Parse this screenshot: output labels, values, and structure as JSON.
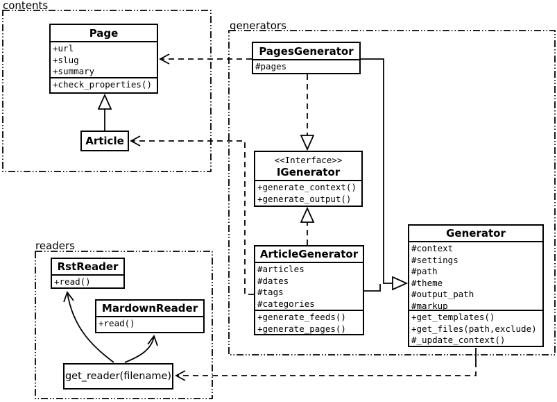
{
  "packages": {
    "contents": "contents",
    "generators": "generators",
    "readers": "readers"
  },
  "classes": {
    "page": {
      "title": "Page",
      "attributes": [
        "+url",
        "+slug",
        "+summary"
      ],
      "methods": [
        "+check_properties()"
      ]
    },
    "article": {
      "title": "Article"
    },
    "pages_generator": {
      "title": "PagesGenerator",
      "attributes": [
        "#pages"
      ]
    },
    "igenerator": {
      "stereotype": "<<Interface>>",
      "title": "IGenerator",
      "methods": [
        "+generate_context()",
        "+generate_output()"
      ]
    },
    "article_generator": {
      "title": "ArticleGenerator",
      "attributes": [
        "#articles",
        "#dates",
        "#tags",
        "#categories"
      ],
      "methods": [
        "+generate_feeds()",
        "+generate_pages()"
      ]
    },
    "generator": {
      "title": "Generator",
      "attributes": [
        "#context",
        "#settings",
        "#path",
        "#theme",
        "#output_path",
        "#markup"
      ],
      "methods": [
        "+get_templates()",
        "+get_files(path,exclude)",
        "#_update_context()"
      ]
    },
    "rst_reader": {
      "title": "RstReader",
      "methods": [
        "+read()"
      ]
    },
    "mardown_reader": {
      "title": "MardownReader",
      "methods": [
        "+read()"
      ]
    },
    "get_reader": {
      "label": "get_reader(filename)"
    }
  },
  "relationships": [
    {
      "from": "Article",
      "to": "Page",
      "type": "generalization"
    },
    {
      "from": "PagesGenerator",
      "to": "IGenerator",
      "type": "realization"
    },
    {
      "from": "ArticleGenerator",
      "to": "IGenerator",
      "type": "realization"
    },
    {
      "from": "PagesGenerator",
      "to": "Generator",
      "type": "generalization"
    },
    {
      "from": "ArticleGenerator",
      "to": "Generator",
      "type": "generalization"
    },
    {
      "from": "PagesGenerator",
      "to": "Page",
      "type": "dependency"
    },
    {
      "from": "ArticleGenerator",
      "to": "Article",
      "type": "dependency"
    },
    {
      "from": "Generator",
      "to": "get_reader(filename)",
      "type": "dependency"
    },
    {
      "from": "get_reader(filename)",
      "to": "RstReader",
      "type": "association"
    },
    {
      "from": "get_reader(filename)",
      "to": "MardownReader",
      "type": "association"
    }
  ],
  "colors": {
    "line": "#000000",
    "background": "#ffffff",
    "box_fill": "#ffffff"
  }
}
